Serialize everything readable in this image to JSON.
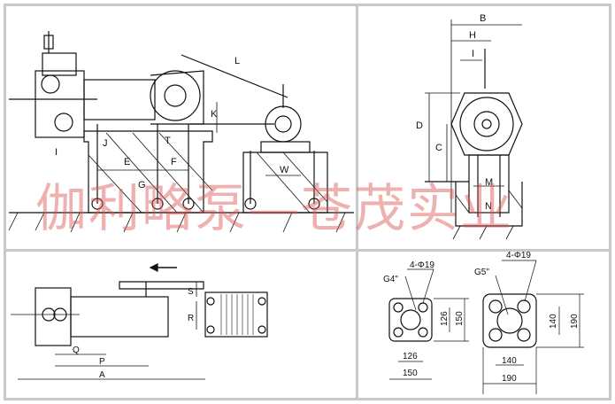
{
  "watermark": "伽利略泵—苍茂实业",
  "side_view_labels": {
    "L": "L",
    "K": "K",
    "J": "J",
    "T": "T",
    "E": "E",
    "F": "F",
    "G": "G",
    "W": "W",
    "I": "I"
  },
  "end_view_labels": {
    "B": "B",
    "H": "H",
    "I": "I",
    "D": "D",
    "C": "C",
    "M": "M",
    "N": "N"
  },
  "plan_view_labels": {
    "S": "S",
    "R": "R",
    "Q": "Q",
    "P": "P",
    "A": "A"
  },
  "flange_small": {
    "thread": "G4\"",
    "holes": "4-Φ19",
    "inner_v": "126",
    "outer_v": "150",
    "inner_h": "126",
    "outer_h": "150"
  },
  "flange_large": {
    "thread": "G5\"",
    "holes": "4-Φ19",
    "inner_v": "140",
    "outer_v": "190",
    "inner_h": "140",
    "outer_h": "190"
  }
}
